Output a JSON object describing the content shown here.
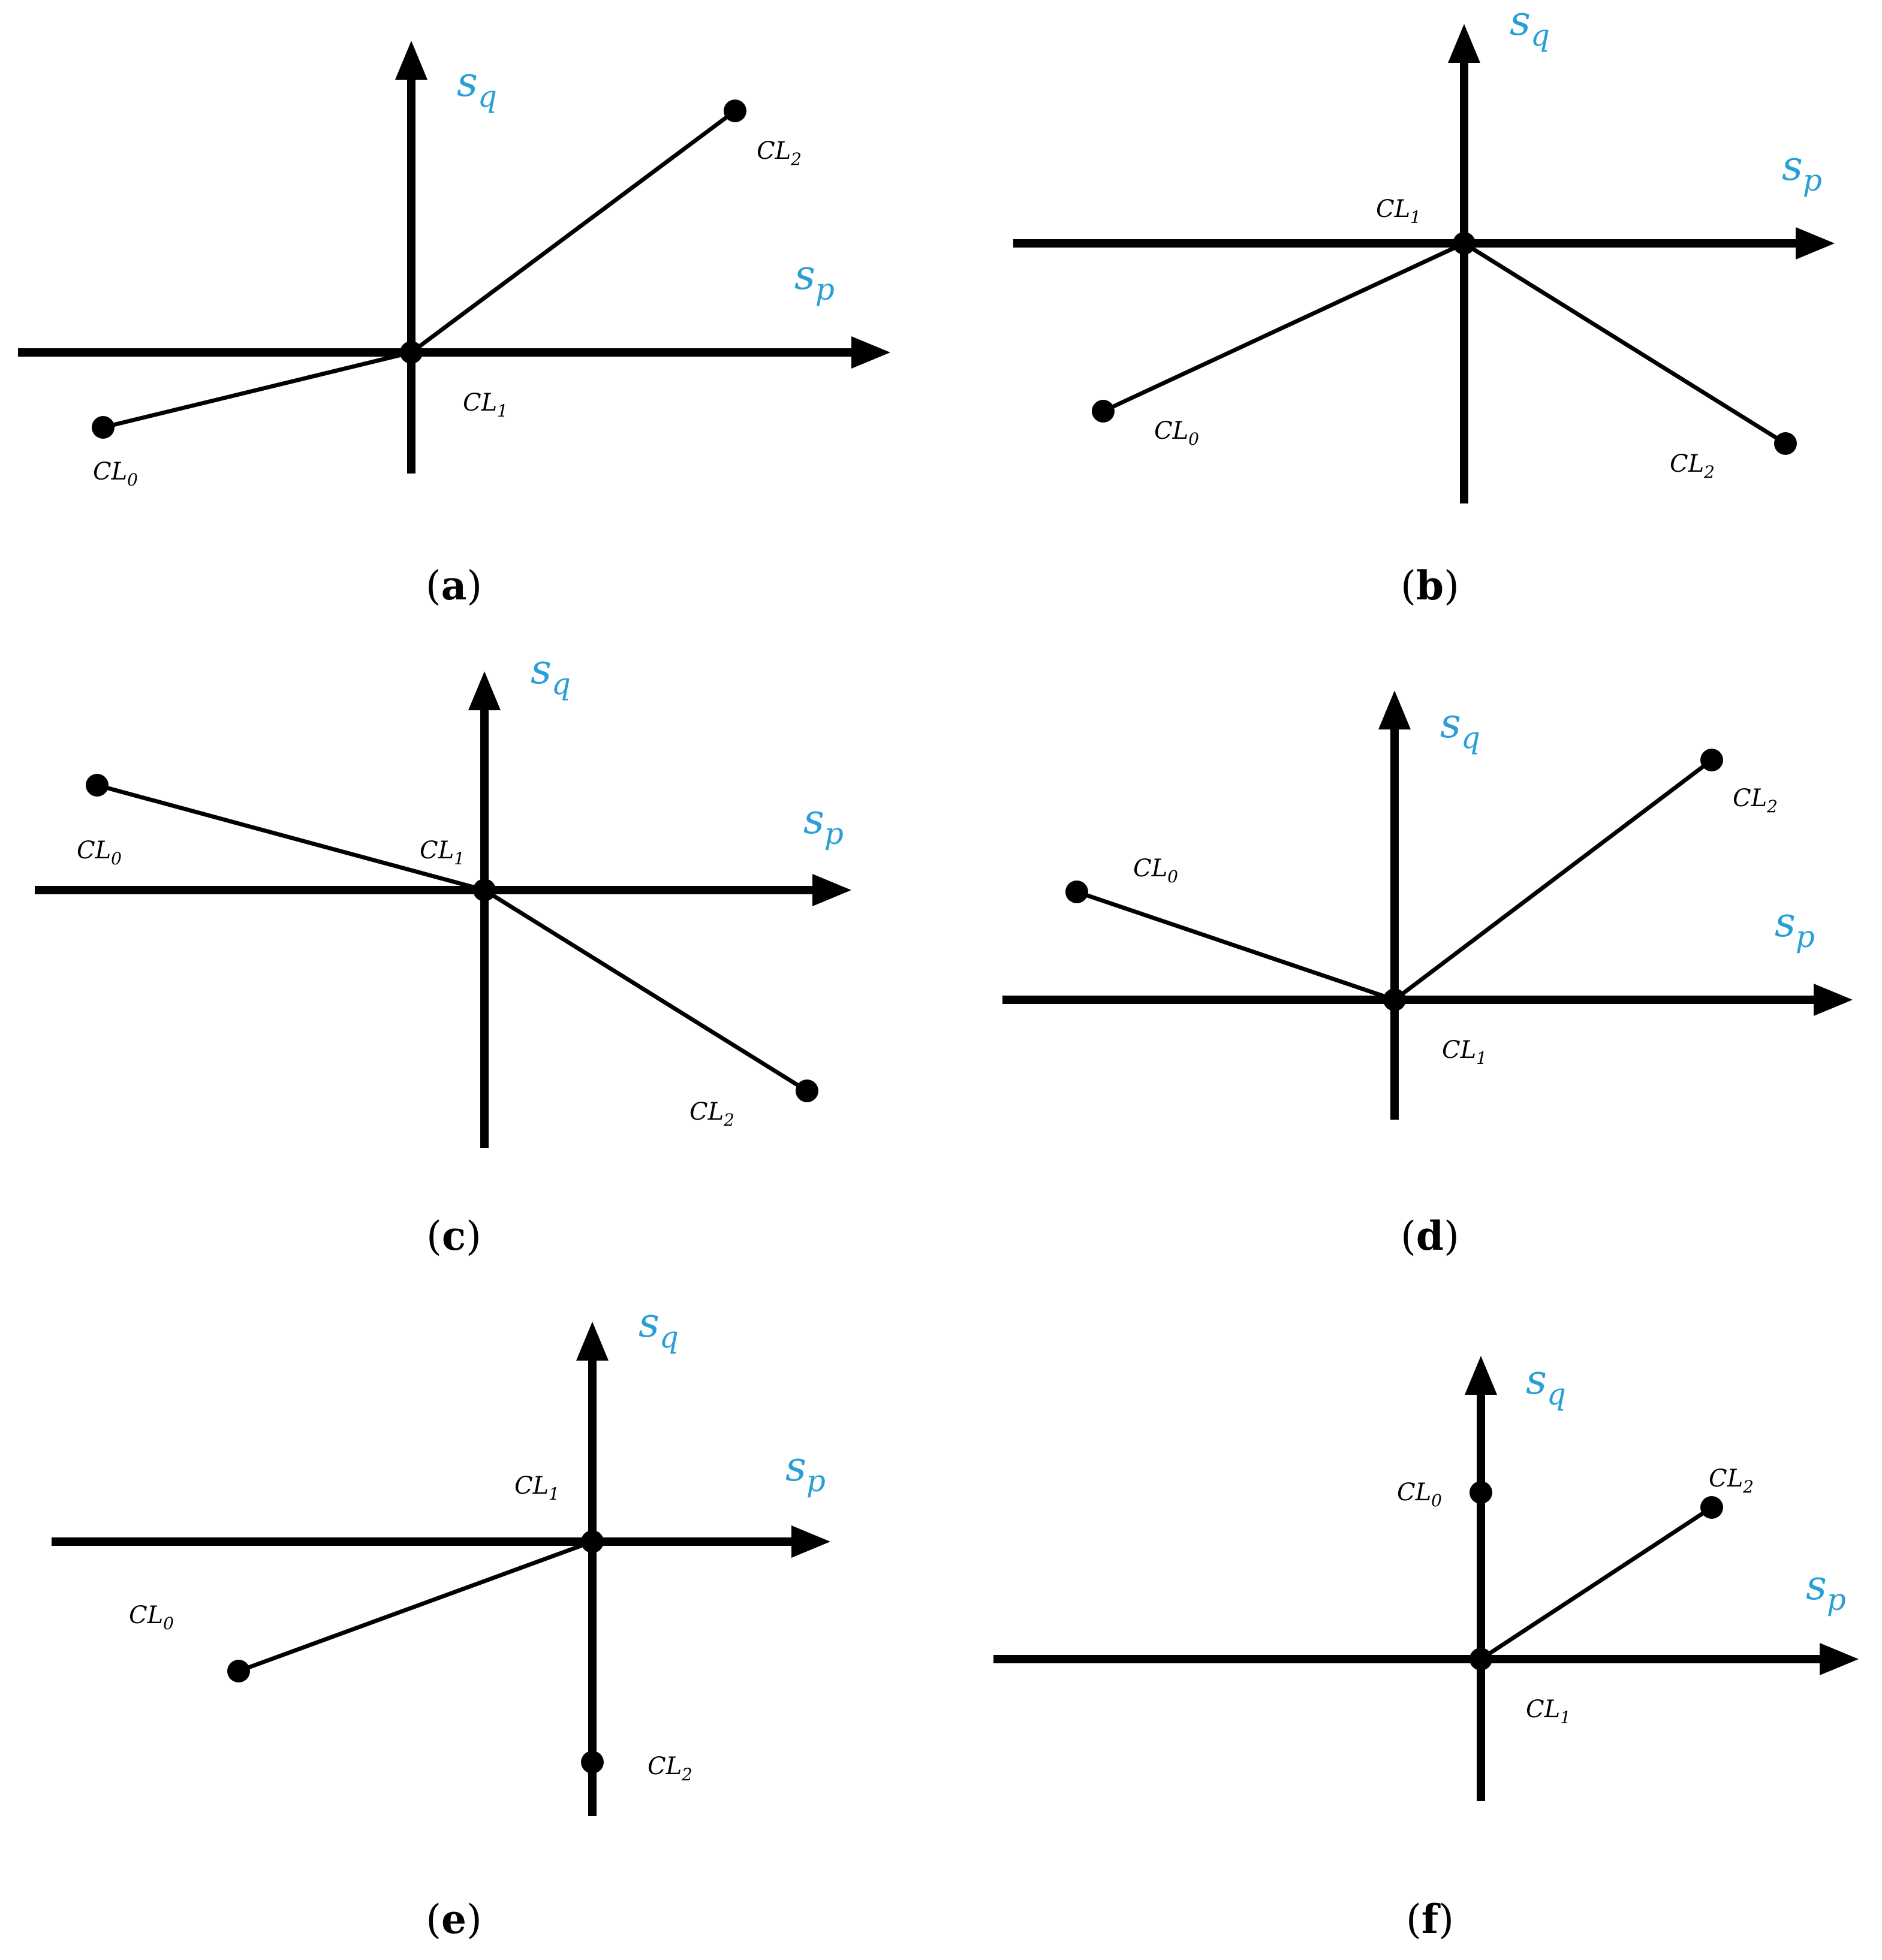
{
  "accent_color": "#2a9fd6",
  "axis_labels": {
    "sq": {
      "base": "s",
      "sub": "q"
    },
    "sp": {
      "base": "s",
      "sub": "p"
    }
  },
  "point_labels": {
    "cl0": {
      "base": "CL",
      "sub": "0"
    },
    "cl1": {
      "base": "CL",
      "sub": "1"
    },
    "cl2": {
      "base": "CL",
      "sub": "2"
    }
  },
  "panels": [
    {
      "id": "a",
      "caption": {
        "open": "(",
        "letter": "a",
        "close": ")"
      }
    },
    {
      "id": "b",
      "caption": {
        "open": "(",
        "letter": "b",
        "close": ")"
      }
    },
    {
      "id": "c",
      "caption": {
        "open": "(",
        "letter": "c",
        "close": ")"
      }
    },
    {
      "id": "d",
      "caption": {
        "open": "(",
        "letter": "d",
        "close": ")"
      }
    },
    {
      "id": "e",
      "caption": {
        "open": "(",
        "letter": "e",
        "close": ")"
      }
    },
    {
      "id": "f",
      "caption": {
        "open": "(",
        "letter": "f",
        "close": ")"
      }
    }
  ]
}
